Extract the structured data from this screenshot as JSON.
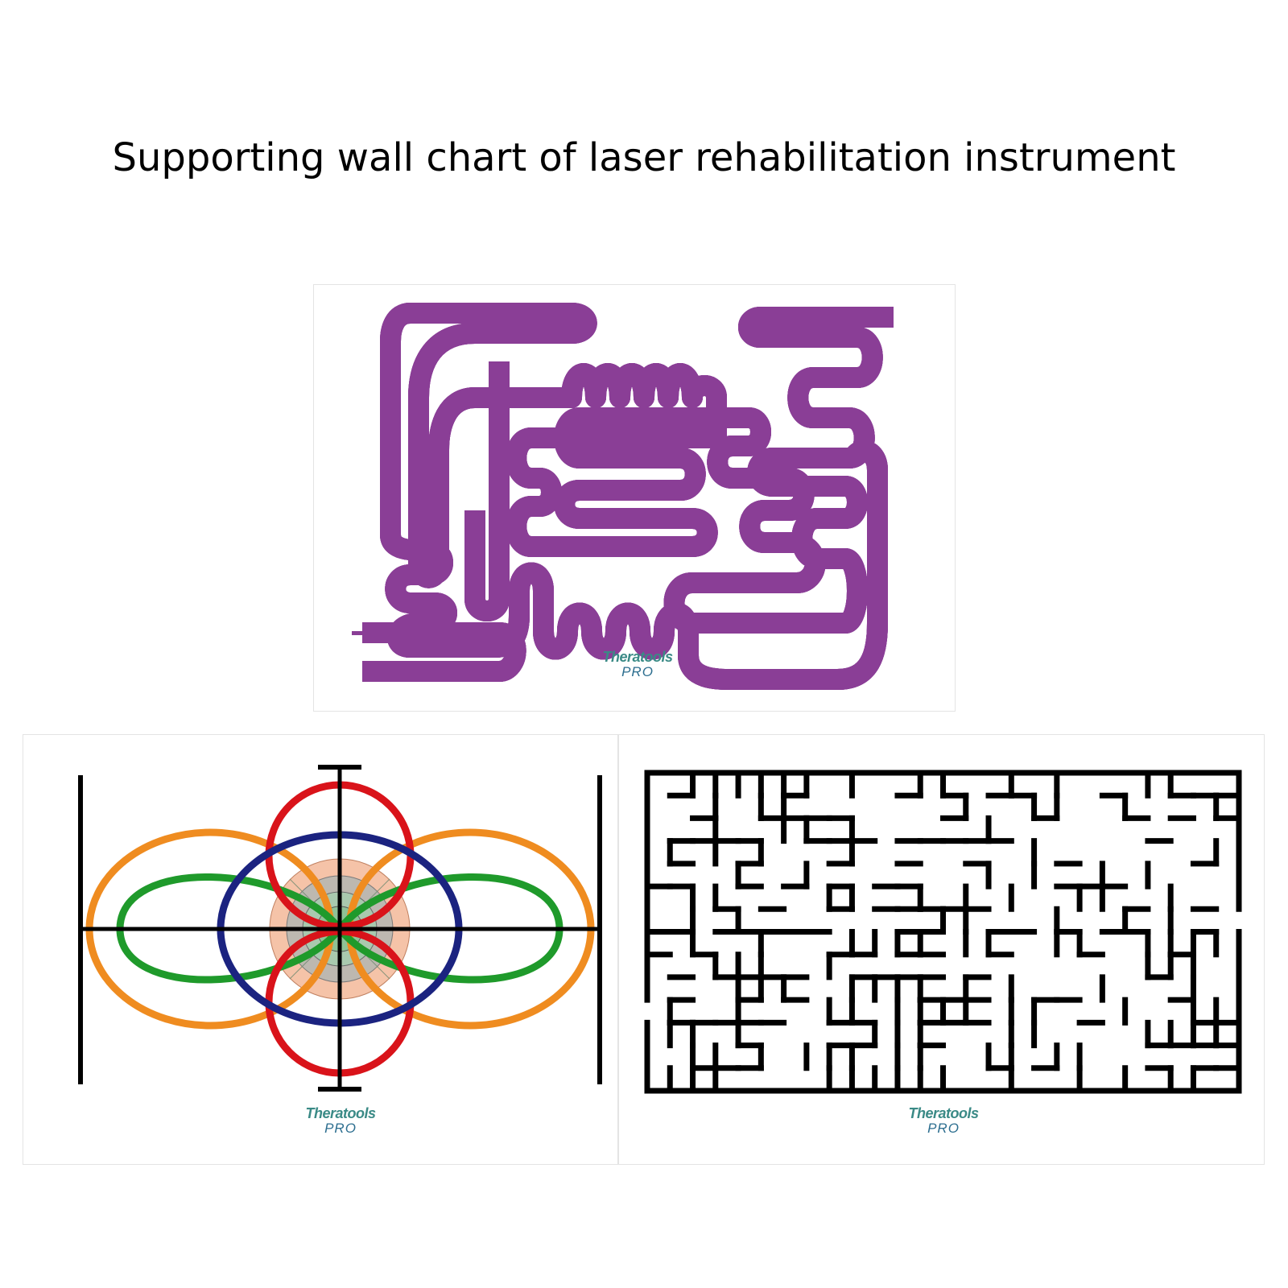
{
  "title": "Supporting wall chart of laser rehabilitation instrument",
  "brand": {
    "name_main": "Theratools",
    "name_sub": "PRO",
    "colors": {
      "teal": "#3a8a86",
      "green": "#6db34a",
      "blue": "#2c6e8f"
    }
  },
  "charts": [
    {
      "name": "track-wall-chart",
      "description_colors": {
        "fill": "#efa466",
        "stripe": "#fde9d6",
        "outline": "#8a3e96"
      }
    },
    {
      "name": "target-wall-chart",
      "description_colors": {
        "orange": "#ef8c20",
        "green": "#1f9a2b",
        "navy": "#1b2380",
        "red": "#d9131a",
        "salmon": "#f5c3a8"
      }
    },
    {
      "name": "maze-wall-chart",
      "description_colors": {
        "wall": "#000000"
      }
    }
  ]
}
